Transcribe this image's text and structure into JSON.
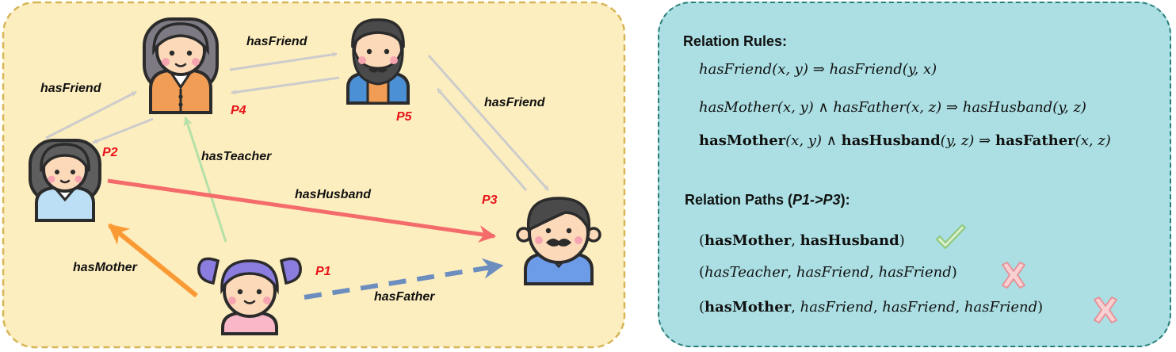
{
  "graph": {
    "nodes": {
      "p1": "P1",
      "p2": "P2",
      "p3": "P3",
      "p4": "P4",
      "p5": "P5"
    },
    "edges": {
      "p4_p5": "hasFriend",
      "p2_p4": "hasFriend",
      "p5_p3": "hasFriend",
      "p1_p4": "hasTeacher",
      "p2_p3": "hasHusband",
      "p1_p2": "hasMother",
      "p1_p3": "hasFather"
    },
    "colors": {
      "friend_edge": "#cccccc",
      "teacher_edge": "#b5e0a8",
      "husband_edge": "#f46b6b",
      "mother_edge": "#fa9a35",
      "father_edge": "#6c8ebf",
      "panel_bg": "#fdeebf",
      "panel_border": "#d6b656"
    }
  },
  "rules": {
    "heading": "Relation Rules:",
    "rule1": {
      "lhs": "hasFriend",
      "lhs_args": "(x, y)",
      "arrow": "⇒",
      "rhs": "hasFriend",
      "rhs_args": "(y, x)"
    },
    "rule2": {
      "a": "hasMother",
      "a_args": "(x, y)",
      "and": "∧",
      "b": "hasFather",
      "b_args": "(x, z)",
      "arrow": "⇒",
      "rhs": "hasHusband",
      "rhs_args": "(y, z)"
    },
    "rule3": {
      "a": "hasMother",
      "a_args": "(x, y)",
      "and": "∧",
      "b": "hasHusband",
      "b_args": "(y, z)",
      "arrow": "⇒",
      "rhs": "hasFather",
      "rhs_args": "(x, z)"
    }
  },
  "paths": {
    "heading_prefix": "Relation Paths (",
    "heading_query": "P1->P3",
    "heading_suffix": "):",
    "path1": {
      "open": "(",
      "r1": "hasMother",
      "sep1": ", ",
      "r2": "hasHusband",
      "close": ")",
      "status": "check-icon"
    },
    "path2": {
      "open": "(",
      "r1": "hasTeacher",
      "sep1": ", ",
      "r2": "hasFriend",
      "sep2": ", ",
      "r3": "hasFriend",
      "close": ")",
      "status": "cross-icon"
    },
    "path3": {
      "open": "(",
      "r1": "hasMother",
      "sep1": ", ",
      "r2": "hasFriend",
      "sep2": ", ",
      "r3": "hasFriend",
      "sep3": ", ",
      "r4": "hasFriend",
      "close": ")",
      "status": "cross-icon"
    }
  }
}
